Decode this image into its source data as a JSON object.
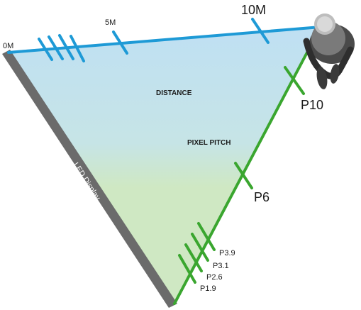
{
  "diagram": {
    "labels": {
      "zero": "0M",
      "five": "5M",
      "ten": "10M",
      "distance": "DISTANCE",
      "pixel_pitch": "PIXEL PITCH",
      "led_display": "LED Display",
      "p10": "P10",
      "p6": "P6",
      "p39": "P3.9",
      "p31": "P3.1",
      "p26": "P2.6",
      "p19": "P1.9"
    },
    "colors": {
      "distance_line": "#1e9ad6",
      "pitch_line": "#3aa62f",
      "led_panel": "#6b6b6b",
      "distance_fill": "#bfe0f3",
      "pitch_fill": "#cfe8c3",
      "figure": "#3a3a3a"
    },
    "icons": [
      "person-topdown-icon"
    ]
  }
}
